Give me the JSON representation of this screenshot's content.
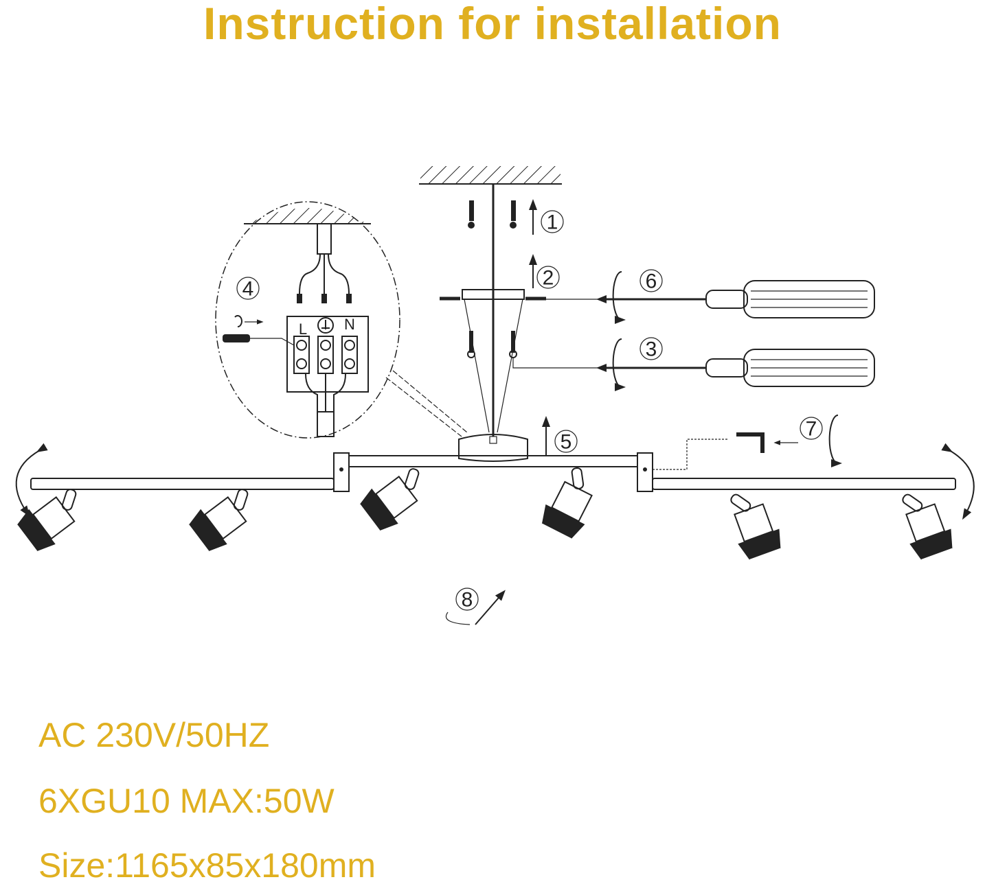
{
  "title": "Instruction for installation",
  "specs": {
    "voltage": "AC 230V/50HZ",
    "bulbs": "6XGU10 MAX:50W",
    "size": "Size:1165x85x180mm"
  },
  "steps": [
    "1",
    "2",
    "3",
    "4",
    "5",
    "6",
    "7",
    "8"
  ],
  "terminal_labels": {
    "live": "L",
    "neutral": "N"
  },
  "colors": {
    "accent": "#E0B020",
    "line": "#222222"
  }
}
